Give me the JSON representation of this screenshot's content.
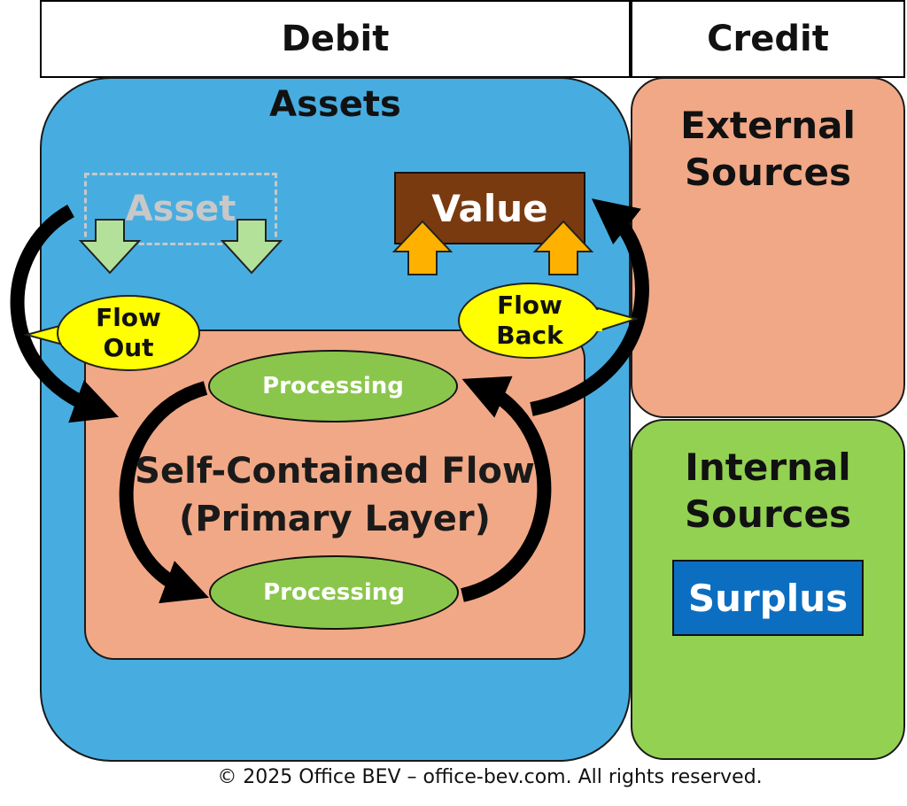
{
  "header": {
    "debit": "Debit",
    "credit": "Credit"
  },
  "assets": {
    "title": "Assets",
    "asset_label": "Asset",
    "value_label": "Value",
    "flow_out": "Flow\nOut",
    "flow_back": "Flow\nBack",
    "processing_top": "Processing",
    "processing_bottom": "Processing",
    "primary_layer": "Self-Contained Flow\n(Primary Layer)"
  },
  "credit": {
    "external": "External\nSources",
    "internal": "Internal\nSources",
    "surplus": "Surplus"
  },
  "footer": "© 2025 Office BEV – office-bev.com. All rights reserved.",
  "colors": {
    "assets_blue": "#47ade0",
    "primary_salmon": "#f1a886",
    "internal_green": "#93d152",
    "value_brown": "#7a3a10",
    "surplus_blue": "#0b6ec0",
    "processing_green": "#8ac64c",
    "bubble_yellow": "#ffff00",
    "up_arrow_orange": "#ffb100",
    "down_arrow_green": "#b3e19a"
  }
}
